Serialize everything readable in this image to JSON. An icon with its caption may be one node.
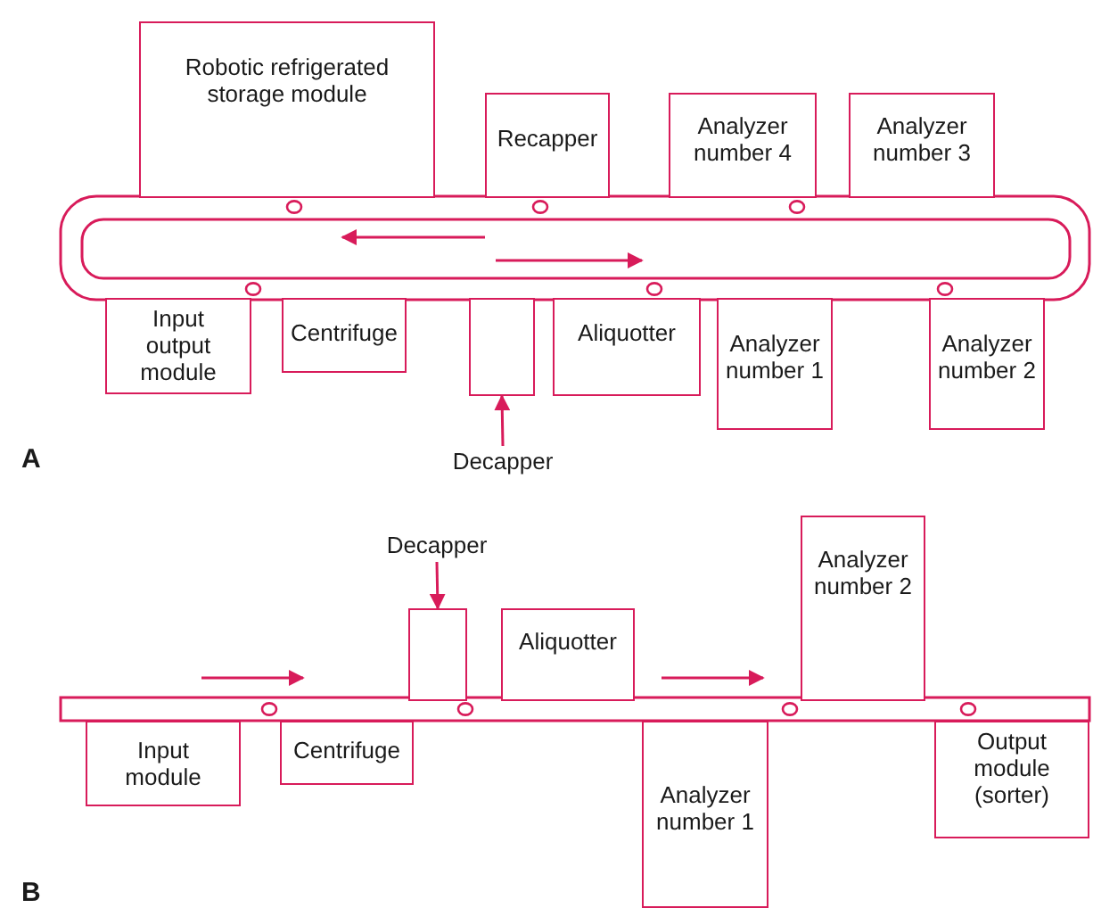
{
  "diagram": {
    "nodes": [
      {
        "text": [
          "Robotic refrigerated storage module"
        ]
      },
      {
        "text": [
          "Recapper"
        ]
      },
      {
        "text": [
          "Analyzer number 4"
        ]
      },
      {
        "text": [
          "Analyzer number 3"
        ]
      },
      {
        "text": [
          "Input output module"
        ]
      },
      {
        "text": [
          "Centrifuge"
        ]
      },
      {
        "text": [],
        "shape": "box"
      },
      {
        "text": [
          "Aliquotter"
        ]
      },
      {
        "text": [
          "Analyzer number 1"
        ]
      },
      {
        "text": [
          "Analyzer number 2"
        ]
      },
      {
        "text": [
          "Decapper"
        ]
      },
      {
        "text": [
          "Analyzer number 2"
        ]
      },
      {
        "text": [
          "Decapper"
        ]
      },
      {
        "text": [],
        "shape": "box"
      },
      {
        "text": [
          "Aliquotter"
        ]
      },
      {
        "text": [
          "Input module"
        ]
      },
      {
        "text": [
          "Centrifuge"
        ]
      },
      {
        "text": [
          "Analyzer number 1"
        ]
      },
      {
        "text": [
          "Output module (sorter)"
        ]
      }
    ],
    "edges": [
      {
        "from": 10,
        "to": 6,
        "arrow": "to"
      },
      {
        "from": 12,
        "to": 13,
        "arrow": "to"
      }
    ],
    "labels": [
      "A",
      "B"
    ]
  }
}
